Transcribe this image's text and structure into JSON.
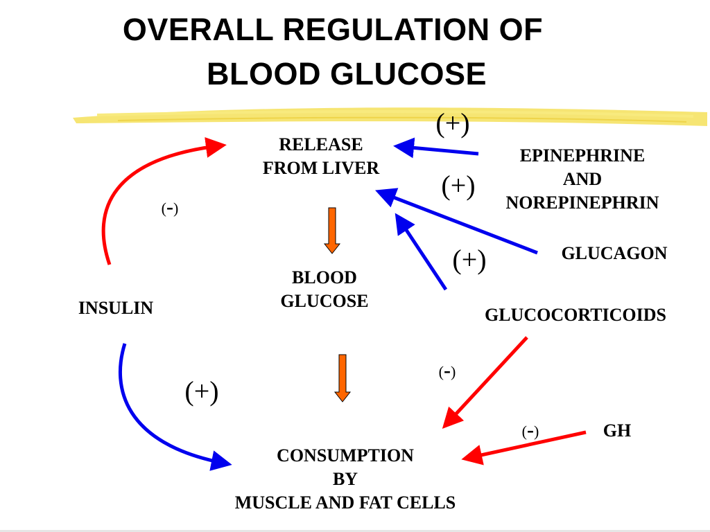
{
  "title": {
    "line1": "OVERALL REGULATION OF",
    "line2": "BLOOD GLUCOSE"
  },
  "nodes": {
    "release_line1": "RELEASE",
    "release_line2": "FROM LIVER",
    "blood_line1": "BLOOD",
    "blood_line2": "GLUCOSE",
    "insulin": "INSULIN",
    "epi_line1": "EPINEPHRINE",
    "epi_line2": "AND",
    "epi_line3": "NOREPINEPHRIN",
    "glucagon": "GLUCAGON",
    "glucocorticoids": "GLUCOCORTICOIDS",
    "gh": "GH",
    "consumption_line1": "CONSUMPTION",
    "consumption_line2": "BY",
    "consumption_line3": "MUSCLE AND FAT CELLS"
  },
  "signs": {
    "epinephrine": "(+)",
    "glucagon": "(+)",
    "glucocorticoids_release": "(+)",
    "insulin_release_open": "(",
    "insulin_release_minus": "-",
    "insulin_release_close": ")",
    "insulin_consumption": "(+)",
    "glucocorticoids_consumption_open": "(",
    "glucocorticoids_consumption_minus": "-",
    "glucocorticoids_consumption_close": ")",
    "gh_open": "(",
    "gh_minus": "-",
    "gh_close": ")"
  },
  "colors": {
    "stimulate": "#0000ee",
    "inhibit": "#ff0000",
    "flow": "#ff6600",
    "highlight": "#f5e05a"
  }
}
